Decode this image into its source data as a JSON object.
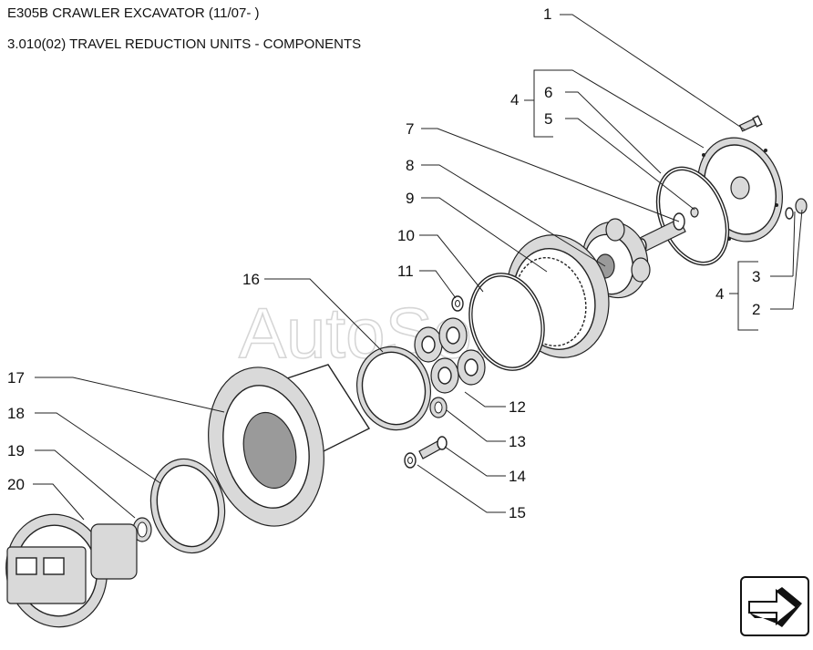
{
  "header": {
    "model": "E305B CRAWLER EXCAVATOR (11/07- )",
    "section": "3.010(02) TRAVEL REDUCTION UNITS - COMPONENTS"
  },
  "watermark": "AutoSoft",
  "callouts": {
    "c1": "1",
    "c2": "2",
    "c3": "3",
    "c4a": "4",
    "c4b": "4",
    "c5": "5",
    "c6": "6",
    "c7": "7",
    "c8": "8",
    "c9": "9",
    "c10": "10",
    "c11": "11",
    "c12": "12",
    "c13": "13",
    "c14": "14",
    "c15": "15",
    "c16": "16",
    "c17": "17",
    "c18": "18",
    "c19": "19",
    "c20": "20"
  },
  "navigation": {
    "icon": "arrow-next-icon"
  }
}
